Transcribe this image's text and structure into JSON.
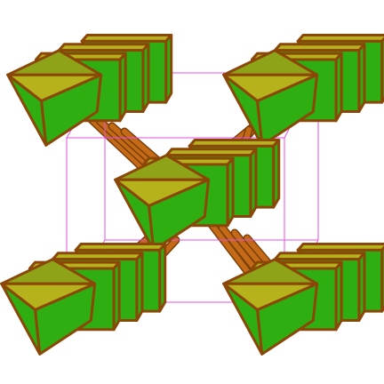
{
  "colors": {
    "face_light": "#b5b21c",
    "face_dark": "#2fae12",
    "face_mid": "#8fa318",
    "edge": "#8a4708",
    "bond": "#c46a16",
    "bond_shadow": "#7a3e08",
    "cell": "#e64fe0",
    "background": "#ffffff"
  },
  "structure": {
    "unit_cell": "magenta-wireframe-box",
    "octahedron_chains": 5,
    "octahedra_per_chain": 4,
    "chain_positions": [
      "top-left",
      "top-right",
      "center",
      "bottom-left",
      "bottom-right"
    ],
    "bond_groups": [
      "upper-left-diagonal",
      "upper-right-diagonal",
      "lower-left-diagonal",
      "lower-right-diagonal"
    ]
  }
}
